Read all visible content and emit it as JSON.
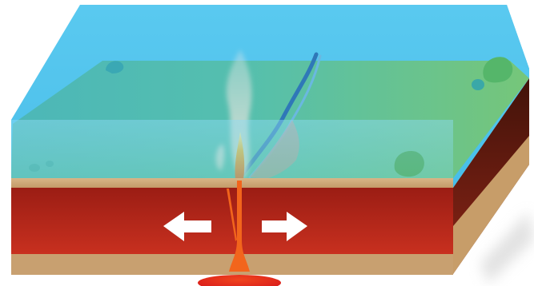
{
  "diagram": {
    "layers": [
      "ocean-water",
      "seafloor-crust",
      "mantle",
      "lower-layer"
    ],
    "features": [
      "rift-valley",
      "hydrothermal-plume",
      "magma-conduit",
      "magma-chamber"
    ],
    "arrows": [
      {
        "name": "left-arrow-icon",
        "direction": "left"
      },
      {
        "name": "right-arrow-icon",
        "direction": "right"
      }
    ],
    "colors": {
      "water": "#4fc6ee",
      "seafloor": "#6cc08d",
      "crust": "#c8a574",
      "mantle": "#b3261c",
      "mantle_dark": "#5a1a10",
      "lava": "#f06a1c",
      "magma": "#e8261a",
      "plume": "#d9dfe0",
      "arrow": "#ffffff"
    }
  }
}
